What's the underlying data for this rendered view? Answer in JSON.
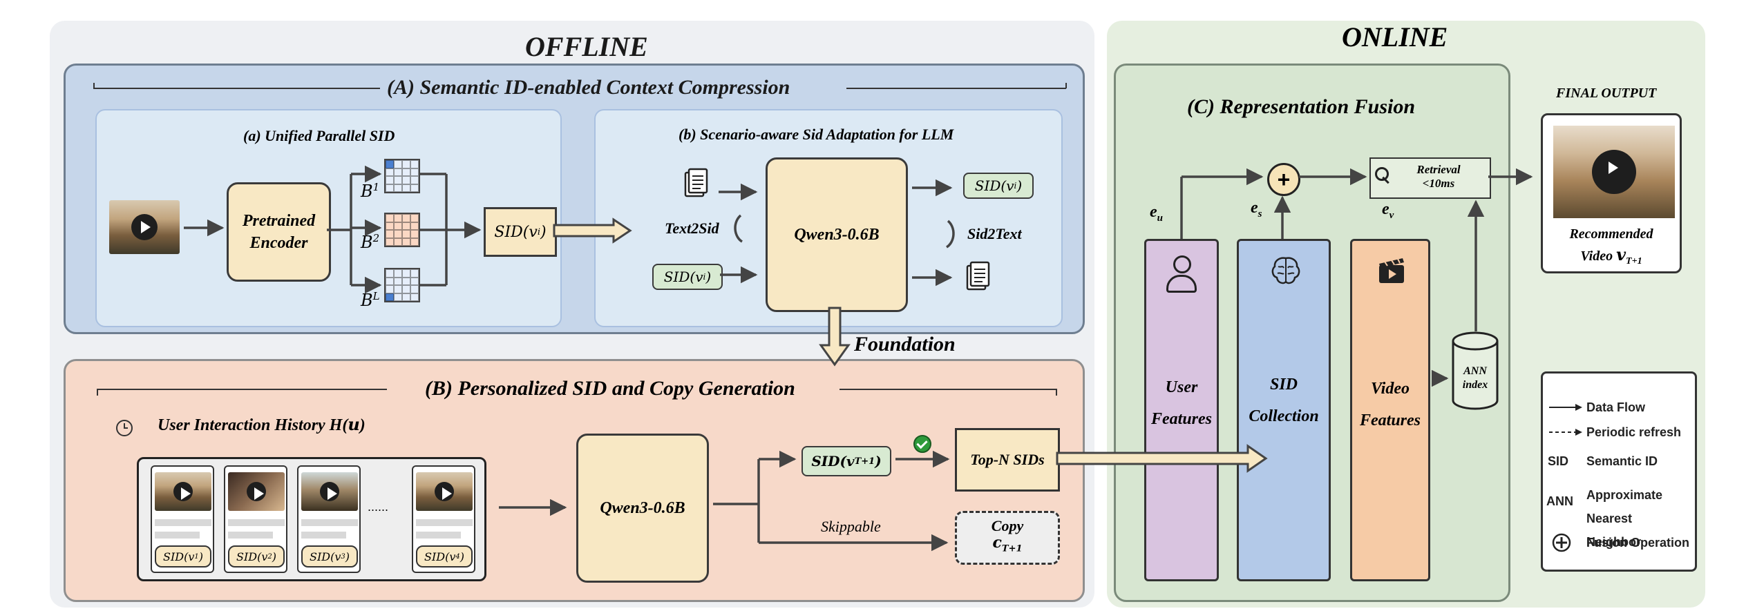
{
  "offline": {
    "title": "OFFLINE",
    "section_a": {
      "title": "(A) Semantic ID-enabled Context Compression",
      "sub_a": {
        "title": "(a) Unified Parallel SID",
        "encoder_label": "Pretrained Encoder",
        "codebook_labels": [
          "B",
          "B",
          "B"
        ],
        "codebook_sups": [
          "1",
          "2",
          "L"
        ],
        "output_sid": "SID(v",
        "output_sub": "i",
        "colors": [
          "#4a7fd0",
          "#f0a07a",
          "#4a7fd0"
        ]
      },
      "sub_b": {
        "title": "(b) Scenario-aware Sid Adaptation for LLM",
        "model_label": "Qwen3-0.6B",
        "left_task": "Text2Sid",
        "right_task": "Sid2Text",
        "sid_in": "SID(v",
        "sid_out": "SID(v",
        "sid_sub": "i"
      }
    },
    "foundation_label": "Foundation",
    "section_b": {
      "title": "(B) Personalized SID and Copy Generation",
      "history_label": "User Interaction History H(",
      "history_var": "u",
      "history_close": ")",
      "history_items": [
        {
          "label": "SID(v",
          "sub": "1"
        },
        {
          "label": "SID(v",
          "sub": "2"
        },
        {
          "label": "SID(v",
          "sub": "3"
        },
        {
          "label": "SID(v",
          "sub": "4"
        }
      ],
      "ellipsis": "......",
      "model_label": "Qwen3-0.6B",
      "next_sid": "SID(v",
      "next_sub": "T+1",
      "topn_label": "Top-N SIDs",
      "skippable_label": "Skippable",
      "copy_label": "Copy",
      "copy_var": "c",
      "copy_sub": "T+1"
    }
  },
  "online": {
    "title": "ONLINE",
    "section_c": {
      "title": "(C) Representation Fusion",
      "columns": [
        {
          "label_line1": "User",
          "label_line2": "Features",
          "icon": "user-icon",
          "color": "#d9c4e0"
        },
        {
          "label_line1": "SID",
          "label_line2": "Collection",
          "icon": "brain-icon",
          "color": "#b3c9e8"
        },
        {
          "label_line1": "Video",
          "label_line2": "Features",
          "icon": "video-clapper-icon",
          "color": "#f6cba6"
        }
      ],
      "e_u": "e",
      "e_u_sub": "u",
      "e_s": "e",
      "e_s_sub": "s",
      "e_v": "e",
      "e_v_sub": "v",
      "retrieval_line1": "Retrieval",
      "retrieval_line2": "<10ms",
      "ann_line1": "ANN",
      "ann_line2": "index"
    },
    "final_output": {
      "title": "FINAL OUTPUT",
      "caption_line1": "Recommended",
      "caption_line2": "Video",
      "caption_var": "v",
      "caption_sub": "T+1"
    },
    "legend": [
      {
        "symbol": "solid-arrow",
        "label": "Data Flow"
      },
      {
        "symbol": "dashed-arrow",
        "label": "Periodic refresh"
      },
      {
        "symbol": "SID",
        "label": "Semantic ID"
      },
      {
        "symbol": "ANN",
        "label": "Approximate Nearest Neighbor"
      },
      {
        "symbol": "plus-circle-icon",
        "label": "Fusion Operation"
      }
    ]
  }
}
